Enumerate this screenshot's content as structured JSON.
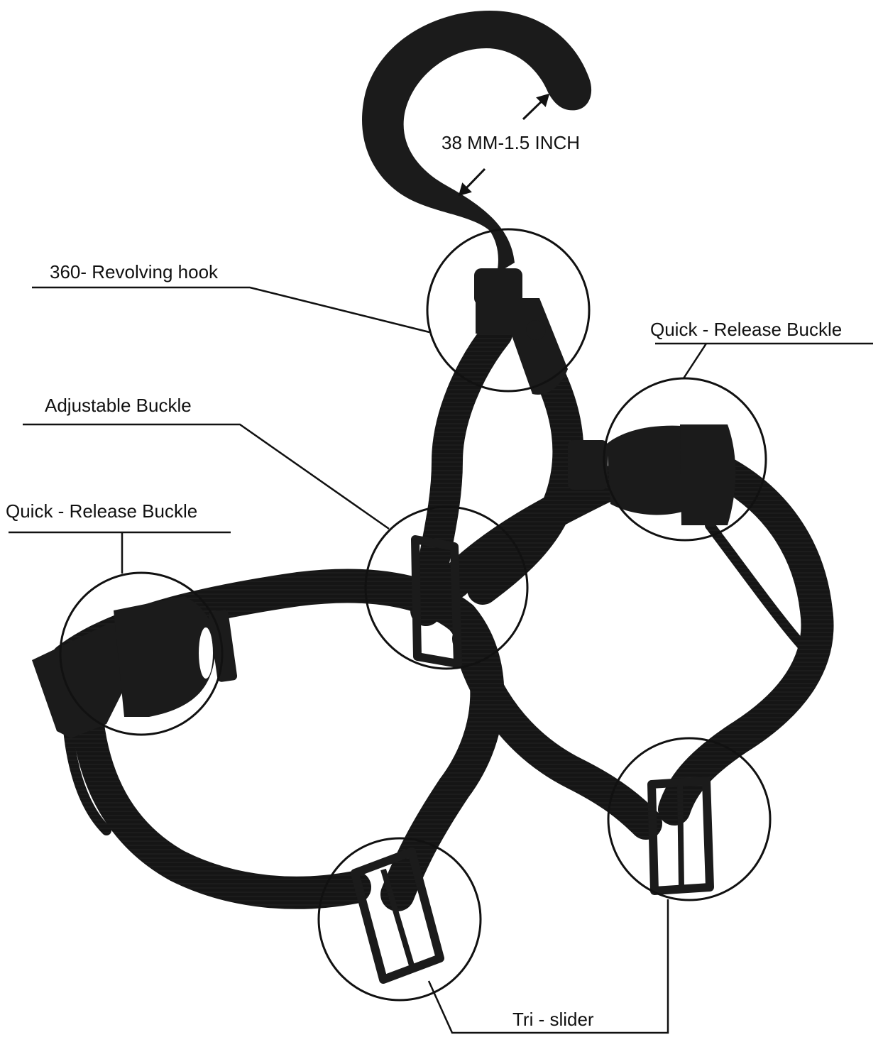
{
  "labels": {
    "hook_size": "38 MM-1.5 INCH",
    "revolving_hook": "360- Revolving hook",
    "quick_release_right": "Quick - Release  Buckle",
    "adjustable_buckle": "Adjustable Buckle",
    "quick_release_left": "Quick - Release  Buckle",
    "tri_slider": "Tri - slider"
  },
  "colors": {
    "strap": "#141414",
    "strap_highlight": "#2a2a2a",
    "plastic": "#1b1b1b",
    "callout_line": "#111111",
    "background": "#ffffff"
  }
}
